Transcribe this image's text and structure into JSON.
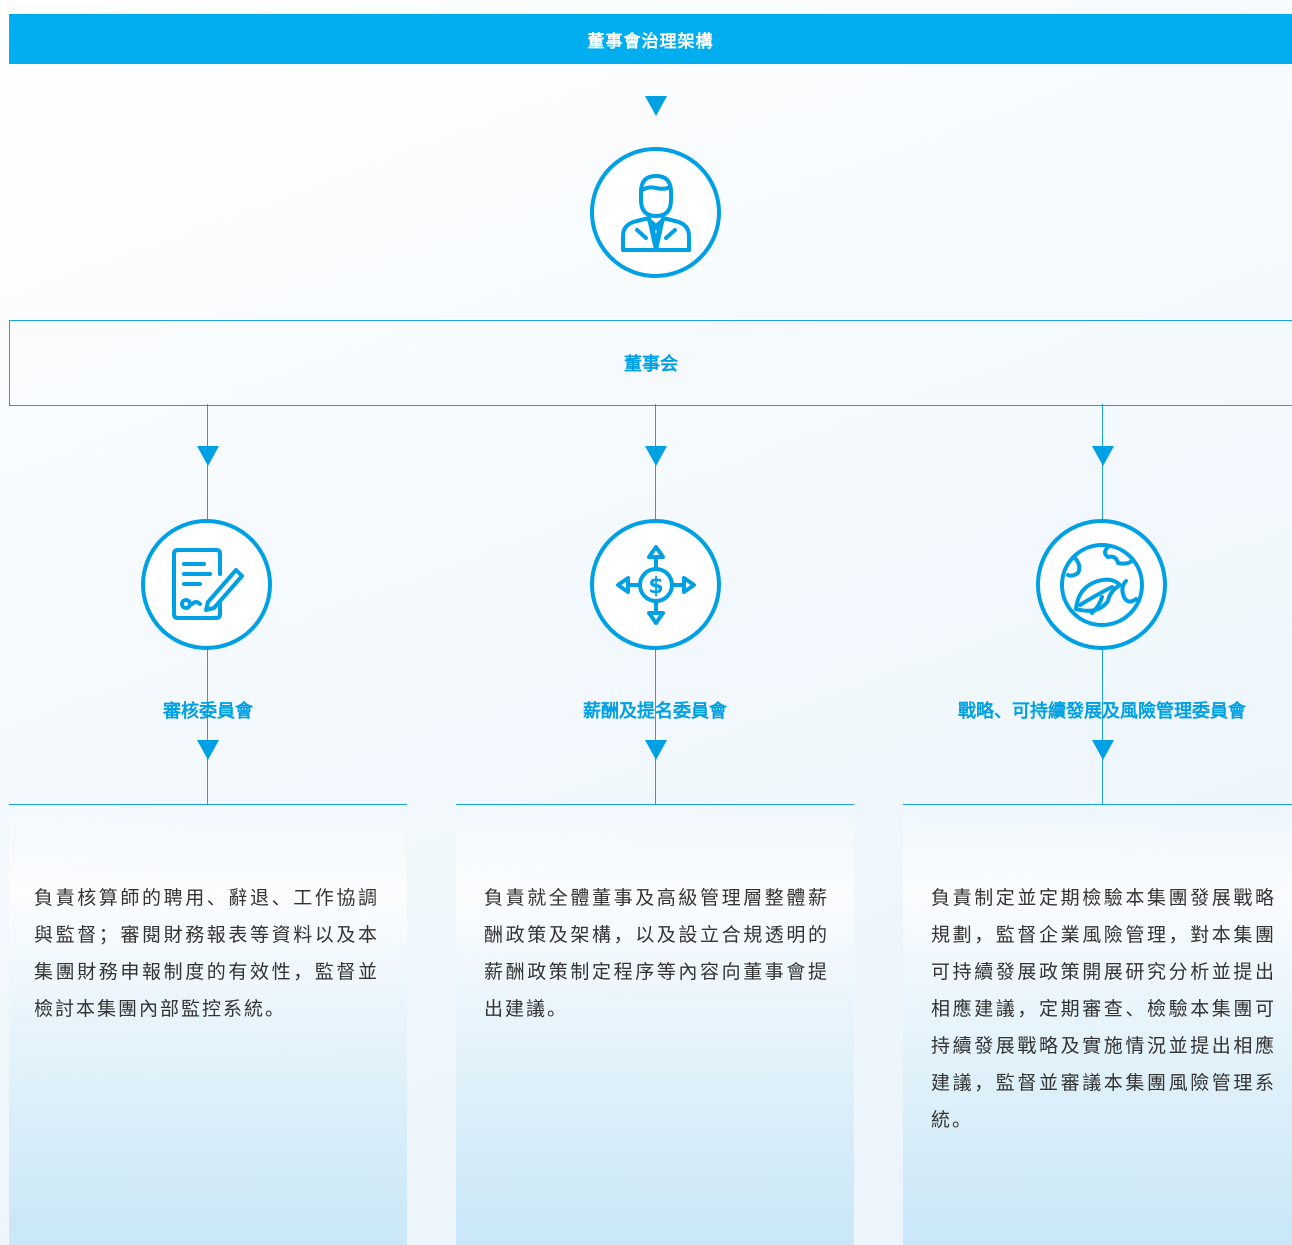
{
  "header": {
    "title": "董事會治理架構"
  },
  "board": {
    "label": "董事会",
    "icon": "businessman-icon"
  },
  "committees": [
    {
      "name": "審核委員會",
      "icon": "document-sign-icon",
      "description": "負責核算師的聘用、辭退、工作協調與監督；審閱財務報表等資料以及本集團財務申報制度的有效性，監督並檢討本集團內部監控系統。"
    },
    {
      "name": "薪酬及提名委員會",
      "icon": "dollar-arrows-icon",
      "description": "負責就全體董事及高級管理層整體薪酬政策及架構，以及設立合規透明的薪酬政策制定程序等內容向董事會提出建議。"
    },
    {
      "name": "戰略、可持續發展及風險管理委員會",
      "icon": "globe-leaf-icon",
      "description": "負責制定並定期檢驗本集團發展戰略規劃，監督企業風險管理，對本集團可持續發展政策開展研究分析並提出相應建議，定期審查、檢驗本集團可持續發展戰略及實施情況並提出相應建議，監督並審議本集團風險管理系統。"
    }
  ],
  "colors": {
    "accent": "#00adef",
    "line": "#1aa3dd",
    "text": "#333333"
  }
}
